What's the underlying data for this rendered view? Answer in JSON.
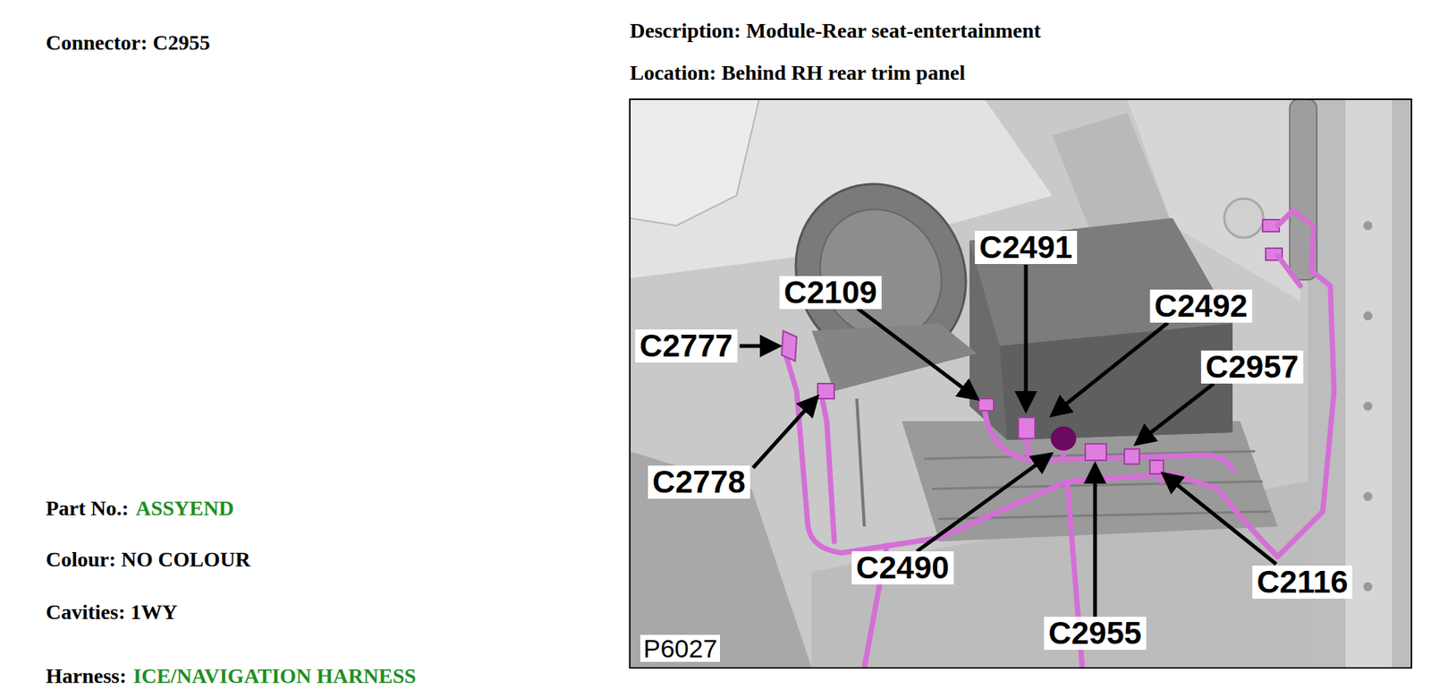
{
  "diagram": {
    "labels": [
      "Connector: C2955",
      "Description: Module-Rear seat-entertainment",
      "Location: Behind RH rear trim panel",
      "Part No.:",
      "ASSYEND",
      "Colour: NO COLOUR",
      "Cavities: 1WY",
      "Harness:",
      "ICE/NAVIGATION HARNESS",
      "C2491",
      "C2109",
      "C2492",
      "C2777",
      "C2957",
      "C2778",
      "C2490",
      "C2116",
      "C2955",
      "P6027"
    ]
  }
}
